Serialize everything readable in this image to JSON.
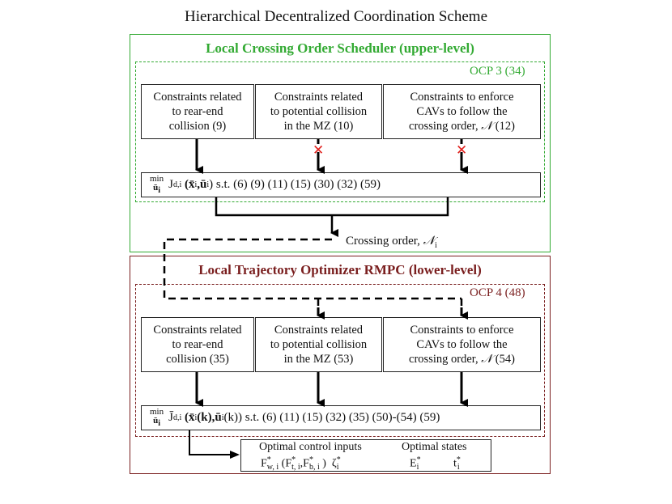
{
  "title": "Hierarchical Decentralized Coordination Scheme",
  "colors": {
    "upper": "#33aa33",
    "lower": "#7a1f1f",
    "cross": "#e0201c"
  },
  "upper": {
    "title": "Local Crossing Order Scheduler (upper-level)",
    "ocp": "OCP 3 (34)",
    "boxes": [
      {
        "line1": "Constraints related",
        "line2": "to rear-end",
        "line3": "collision (9)"
      },
      {
        "line1": "Constraints related",
        "line2": "to potential collision",
        "line3": "in the MZ (10)"
      },
      {
        "line1": "Constraints to enforce",
        "line2": "CAVs to follow the",
        "line3": "crossing order,",
        "sym": "𝒩",
        "ref": "(12)"
      }
    ],
    "objective": {
      "min_top": "min",
      "min_bot": "ū",
      "min_bot_sub": "i",
      "fn": "J",
      "fn_sub": "d,i",
      "args": "(x̄",
      "args_sub1": "i",
      "sep": ",ū",
      "args_sub2": "i",
      "close": ")",
      "tail": "s.t. (6) (9) (11) (15) (30) (32) (59)"
    },
    "crossing_order": "Crossing order,",
    "crossing_sym": "𝒩",
    "crossing_sub": "i"
  },
  "lower": {
    "title": "Local Trajectory Optimizer RMPC (lower-level)",
    "ocp": "OCP 4 (48)",
    "boxes": [
      {
        "line1": "Constraints related",
        "line2": "to rear-end",
        "line3": "collision (35)"
      },
      {
        "line1": "Constraints related",
        "line2": "to potential collision",
        "line3": "in the MZ (53)"
      },
      {
        "line1": "Constraints to enforce",
        "line2": "CAVs to follow the",
        "line3": "crossing order,",
        "sym": "𝒩",
        "ref": "(54)"
      }
    ],
    "objective": {
      "min_top": "min",
      "min_bot": "ū",
      "min_bot_sub": "i",
      "fn": "J̄",
      "fn_sub": "d,i",
      "args": "(x̄",
      "args_sub1": "i",
      "k1": "(k),ū",
      "args_sub2": "i",
      "k2": "(k))",
      "tail": "s.t. (6) (11) (15) (32) (35) (50)-(54) (59)"
    },
    "outputs": {
      "inputs_title": "Optimal control inputs",
      "states_title": "Optimal states",
      "F": "F",
      "w_i": "w, i",
      "Ft": "(F",
      "t_i": "t, i",
      "Fb": ",F",
      "b_i": "b, i",
      "Fclose": ")",
      "zeta": "ζ",
      "zeta_sub": "i",
      "E": "E",
      "E_sub": "i",
      "t": "t",
      "t_sub": "i",
      "star": "*"
    }
  }
}
